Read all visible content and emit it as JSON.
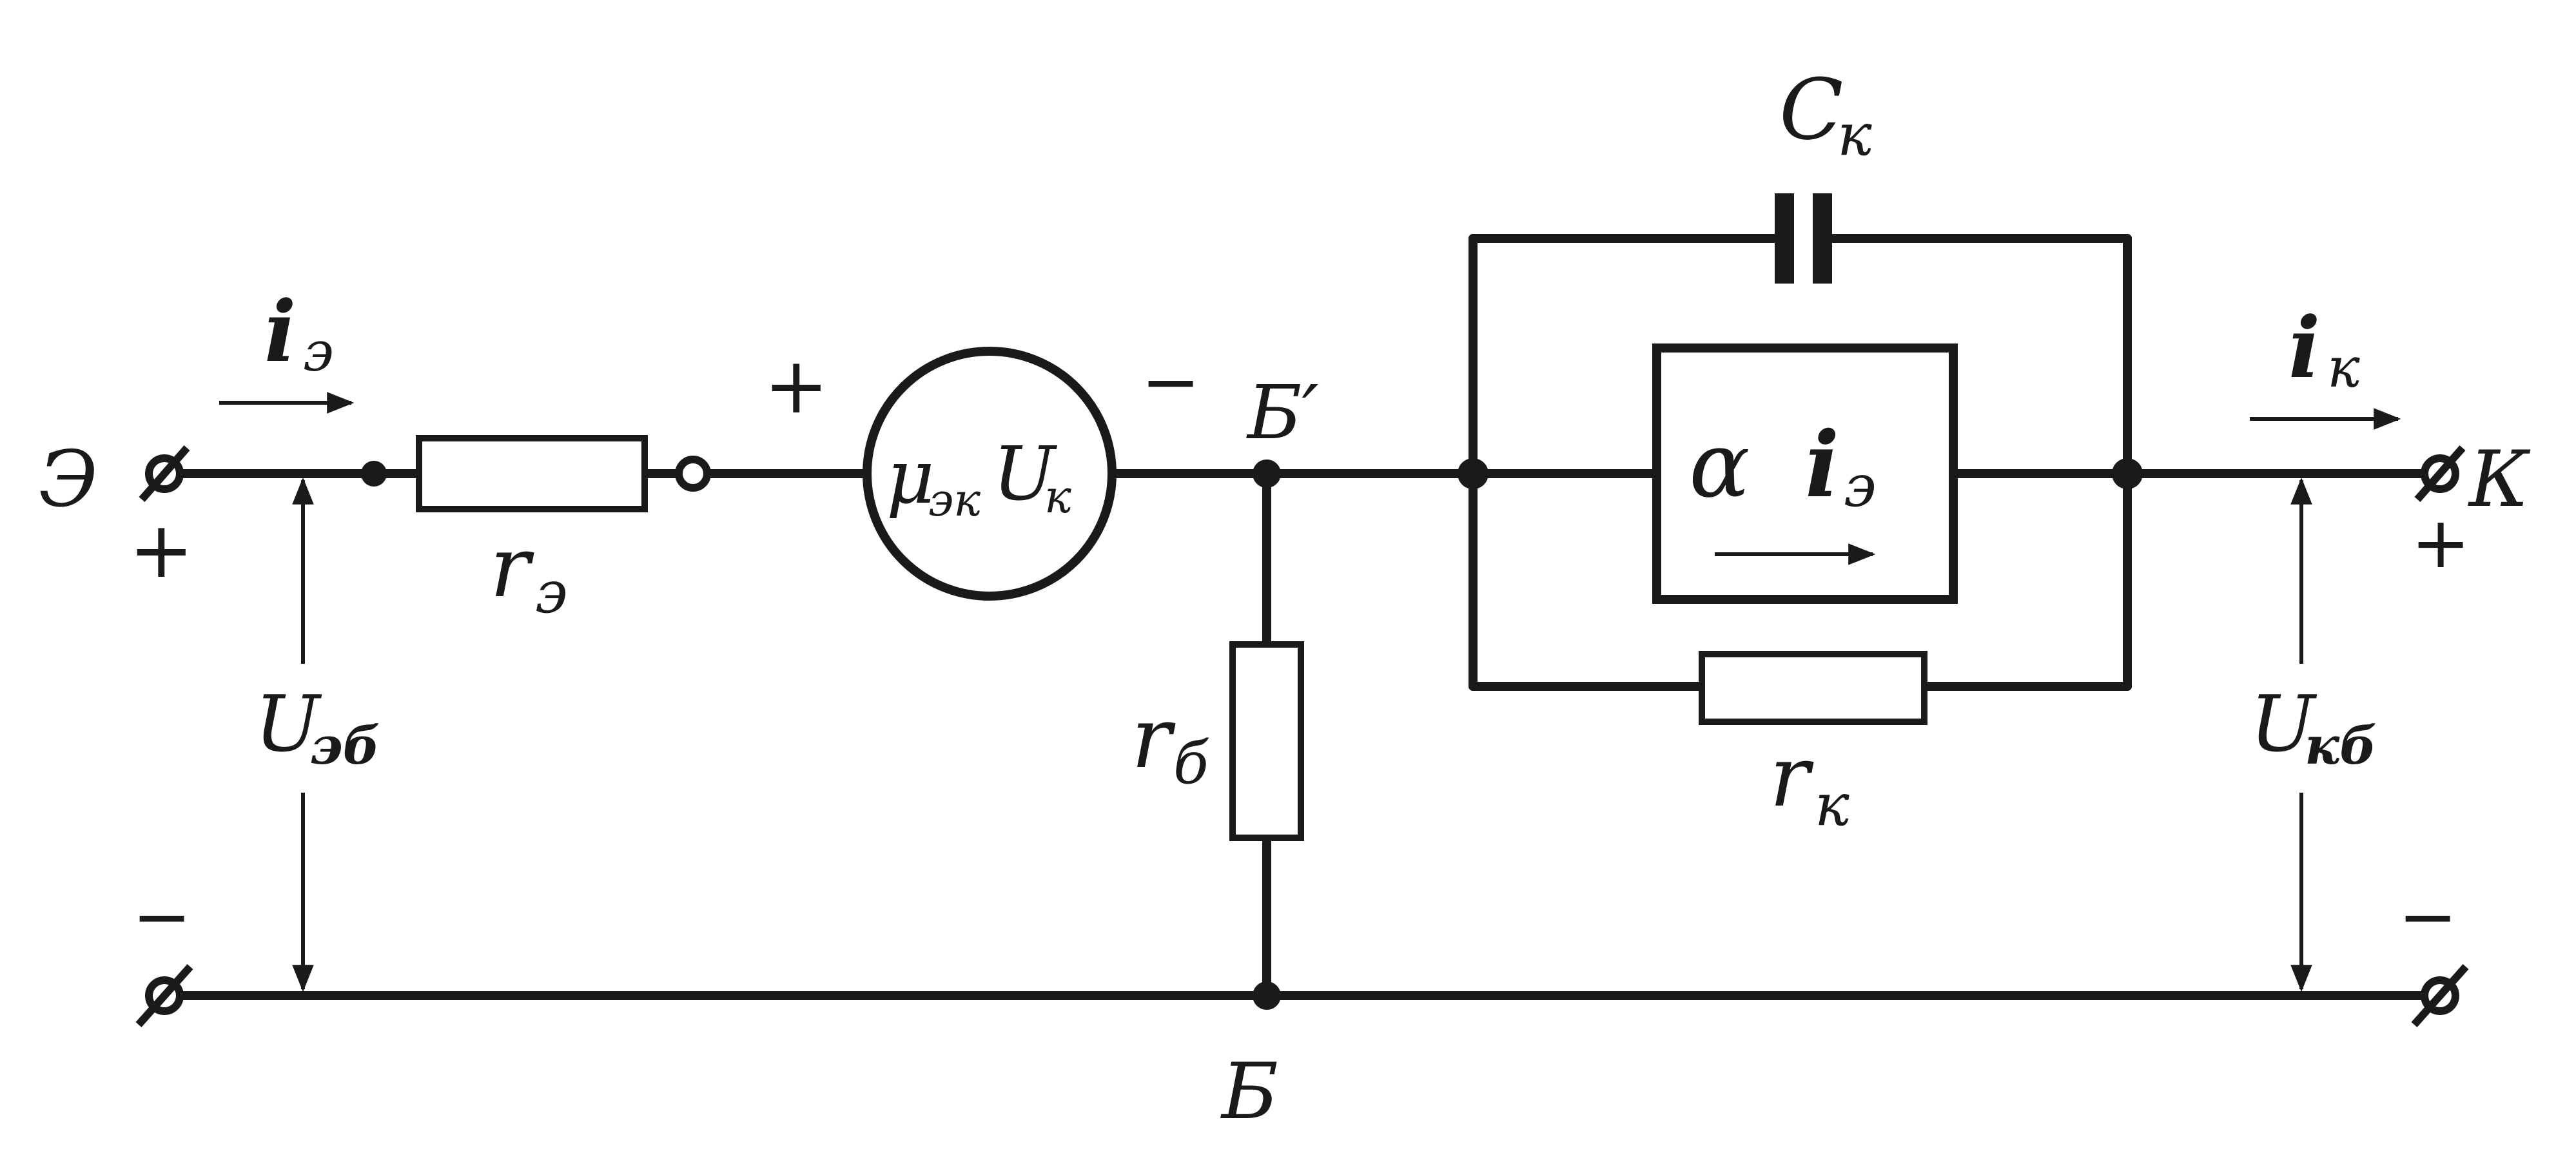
{
  "circuit": {
    "terminals": {
      "emitter": "Э",
      "collector": "К",
      "base": "Б",
      "base_internal": "Б′"
    },
    "currents": {
      "emitter_main": "i",
      "emitter_sub": "э",
      "collector_main": "i",
      "collector_sub": "к",
      "source_coef": "α",
      "source_main": "i",
      "source_sub": "э"
    },
    "components": {
      "r_emitter_main": "r",
      "r_emitter_sub": "э",
      "r_base_main": "r",
      "r_base_sub": "б",
      "r_collector_main": "r",
      "r_collector_sub": "к",
      "c_collector_main": "C",
      "c_collector_sub": "к",
      "voltage_source_mu": "μ",
      "voltage_source_mu_sub": "эк",
      "voltage_source_u": "U",
      "voltage_source_u_sub": "к"
    },
    "voltages": {
      "emitter_base_main": "U",
      "emitter_base_sub": "эб",
      "collector_base_main": "U",
      "collector_base_sub": "кб"
    },
    "polarity": {
      "plus": "+",
      "minus": "−"
    }
  }
}
